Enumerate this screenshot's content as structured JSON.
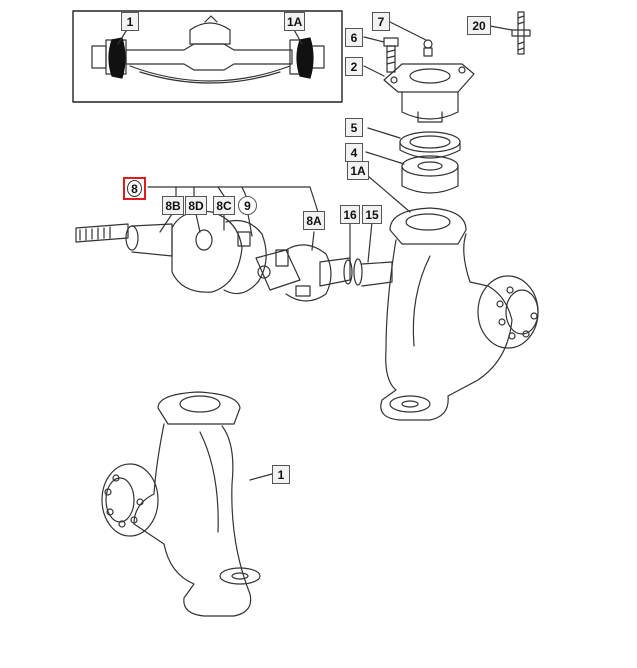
{
  "callouts": {
    "c1_inset": "1",
    "c1a_inset": "1A",
    "c7": "7",
    "c20": "20",
    "c6": "6",
    "c2": "2",
    "c5": "5",
    "c4": "4",
    "c1a": "1A",
    "c8": "8",
    "c8b": "8B",
    "c8d": "8D",
    "c8c": "8C",
    "c9": "9",
    "c8a": "8A",
    "c16": "16",
    "c15": "15",
    "c1": "1"
  },
  "colors": {
    "line": "#333333",
    "highlight": "#e01b1b",
    "label_bg": "#f2f2f2"
  }
}
